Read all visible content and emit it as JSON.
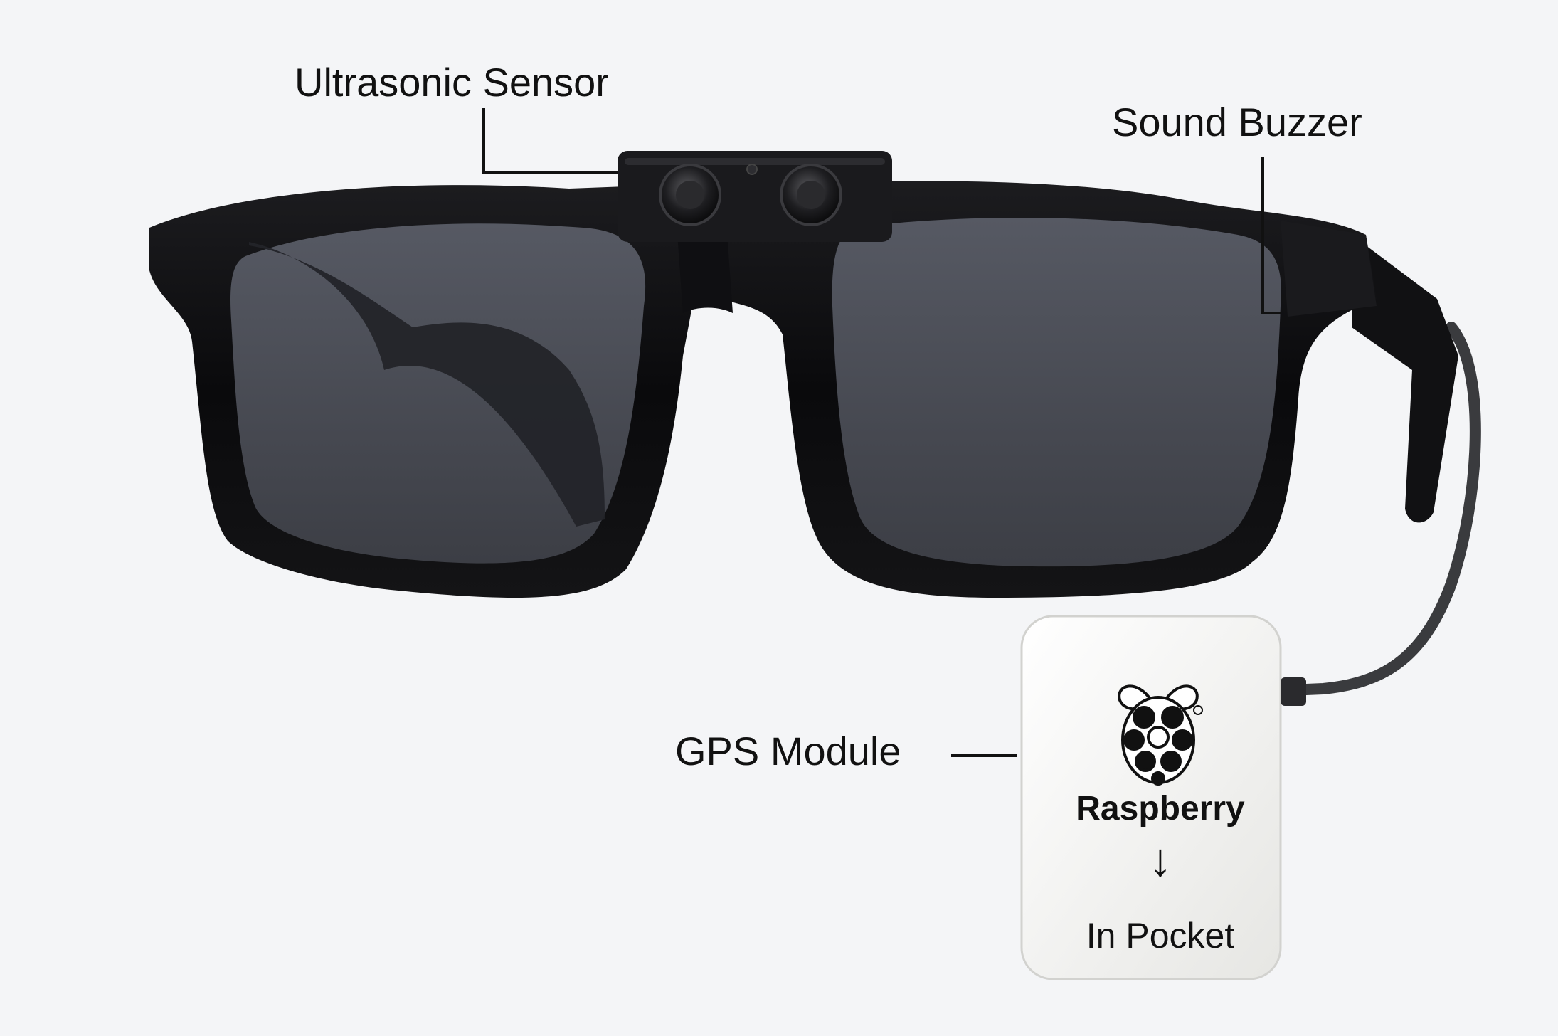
{
  "labels": {
    "ultrasonic_sensor": "Ultrasonic Sensor",
    "sound_buzzer": "Sound Buzzer",
    "gps_module": "GPS Module"
  },
  "pocket_unit": {
    "line1": "Raspberry",
    "arrow": "↓",
    "line2": "In Pocket"
  },
  "colors": {
    "background": "#f4f5f7",
    "frame": "#0d0d0f",
    "lens": "#4a4c55",
    "box": "#f2f2f0",
    "text": "#111111"
  },
  "icons": {
    "logo": "raspberry-pi-logo"
  }
}
